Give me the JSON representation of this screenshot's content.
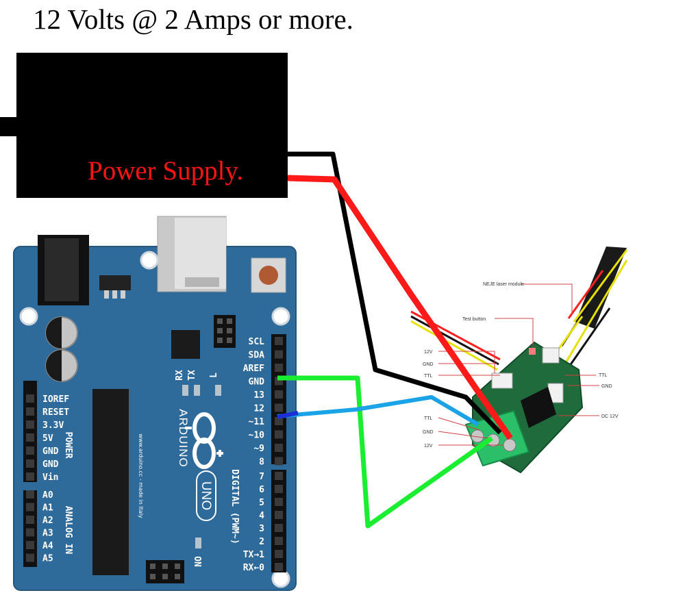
{
  "header": {
    "text": "12 Volts @ 2 Amps or more."
  },
  "power_supply": {
    "label": "Power Supply."
  },
  "arduino": {
    "header_top_pins": [
      "SCL",
      "SDA",
      "AREF",
      "GND",
      "13",
      "12",
      "~11",
      "~10",
      "~9",
      "8"
    ],
    "header_bottom_pins": [
      "7",
      "6",
      "5",
      "4",
      "3",
      "2",
      "TX→1",
      "RX←0"
    ],
    "power_pins": [
      "IOREF",
      "RESET",
      "3.3V",
      "5V",
      "GND",
      "GND",
      "Vin"
    ],
    "analog_pins": [
      "A0",
      "A1",
      "A2",
      "A3",
      "A4",
      "A5"
    ],
    "power_group": "POWER",
    "analog_group": "ANALOG IN",
    "digital_group": "DIGITAL (PWM~)",
    "led_labels": [
      "RX",
      "TX",
      "L"
    ],
    "on_label": "ON",
    "brand": "ARDUINO",
    "model": "UNO",
    "website": "www.arduino.cc - made in Italy"
  },
  "laser_module": {
    "labels": {
      "module": "NEJE laser module",
      "test_button": "Test button",
      "left_12v": "12V",
      "left_gnd": "GND",
      "left_ttl": "TTL",
      "right_ttl": "TTL",
      "right_gnd": "GND",
      "dc": "DC 12V",
      "bottom_ttl": "TTL",
      "bottom_gnd": "GND",
      "bottom_12v": "12V"
    }
  },
  "wire_colors": {
    "positive": "#ff1a1a",
    "ground": "#000000",
    "arduino_gnd": "#19ee30",
    "signal": "#1aa3e6",
    "signal_tip": "#1a2fd6"
  },
  "board_color": "#2e6a9a"
}
